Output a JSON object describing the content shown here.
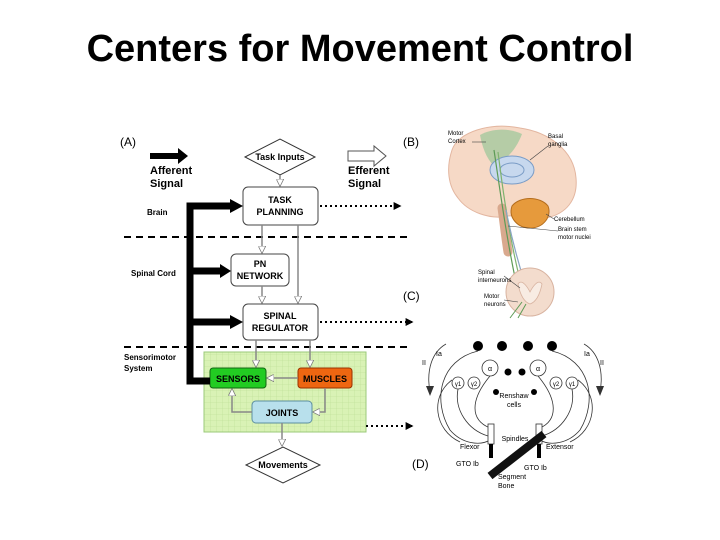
{
  "slide": {
    "title": "Centers for Movement Control"
  },
  "panel_a": {
    "label": "(A)",
    "legend": {
      "afferent": [
        "Afferent",
        "Signal"
      ],
      "efferent": [
        "Efferent",
        "Signal"
      ]
    },
    "levels": {
      "brain": "Brain",
      "spinal_cord": "Spinal Cord",
      "sensorimotor": [
        "Sensorimotor",
        "System"
      ]
    },
    "nodes": {
      "task_inputs": "Task Inputs",
      "task_planning": [
        "TASK",
        "PLANNING"
      ],
      "pn_network": [
        "PN",
        "NETWORK"
      ],
      "spinal_regulator": [
        "SPINAL",
        "REGULATOR"
      ],
      "sensors": "SENSORS",
      "muscles": "MUSCLES",
      "joints": "JOINTS",
      "movements": "Movements"
    },
    "colors": {
      "sensors": "#22cc22",
      "muscles": "#ee6611",
      "joints": "#b8e0ec",
      "sensorimotor_bg": "#d9f2b5"
    }
  },
  "panel_b": {
    "label": "(B)",
    "labels": {
      "motor_cortex": [
        "Motor",
        "Cortex"
      ],
      "basal_ganglia": [
        "Basal",
        "ganglia"
      ],
      "cerebellum": "Cerebellum",
      "brain_stem": [
        "Brain stem",
        "motor nuclei"
      ],
      "spinal_interneurons": [
        "Spinal",
        "interneurons"
      ],
      "motor_neurons": [
        "Motor",
        "neurons"
      ]
    }
  },
  "panel_c": {
    "label": "(C)"
  },
  "panel_d": {
    "label": "(D)",
    "labels": {
      "ia_left": "Ia",
      "ia_right": "Ia",
      "ii_left": "II",
      "ii_right": "II",
      "alpha": "α",
      "gamma1": "γ1",
      "gamma2": "γ2",
      "renshaw": [
        "Renshaw",
        "cells"
      ],
      "spindles": "Spindles",
      "flexor": "Flexor",
      "extensor": "Extensor",
      "gto_left": "GTO Ib",
      "gto_right": "GTO Ib",
      "segment": [
        "Segment",
        "Bone"
      ]
    }
  }
}
